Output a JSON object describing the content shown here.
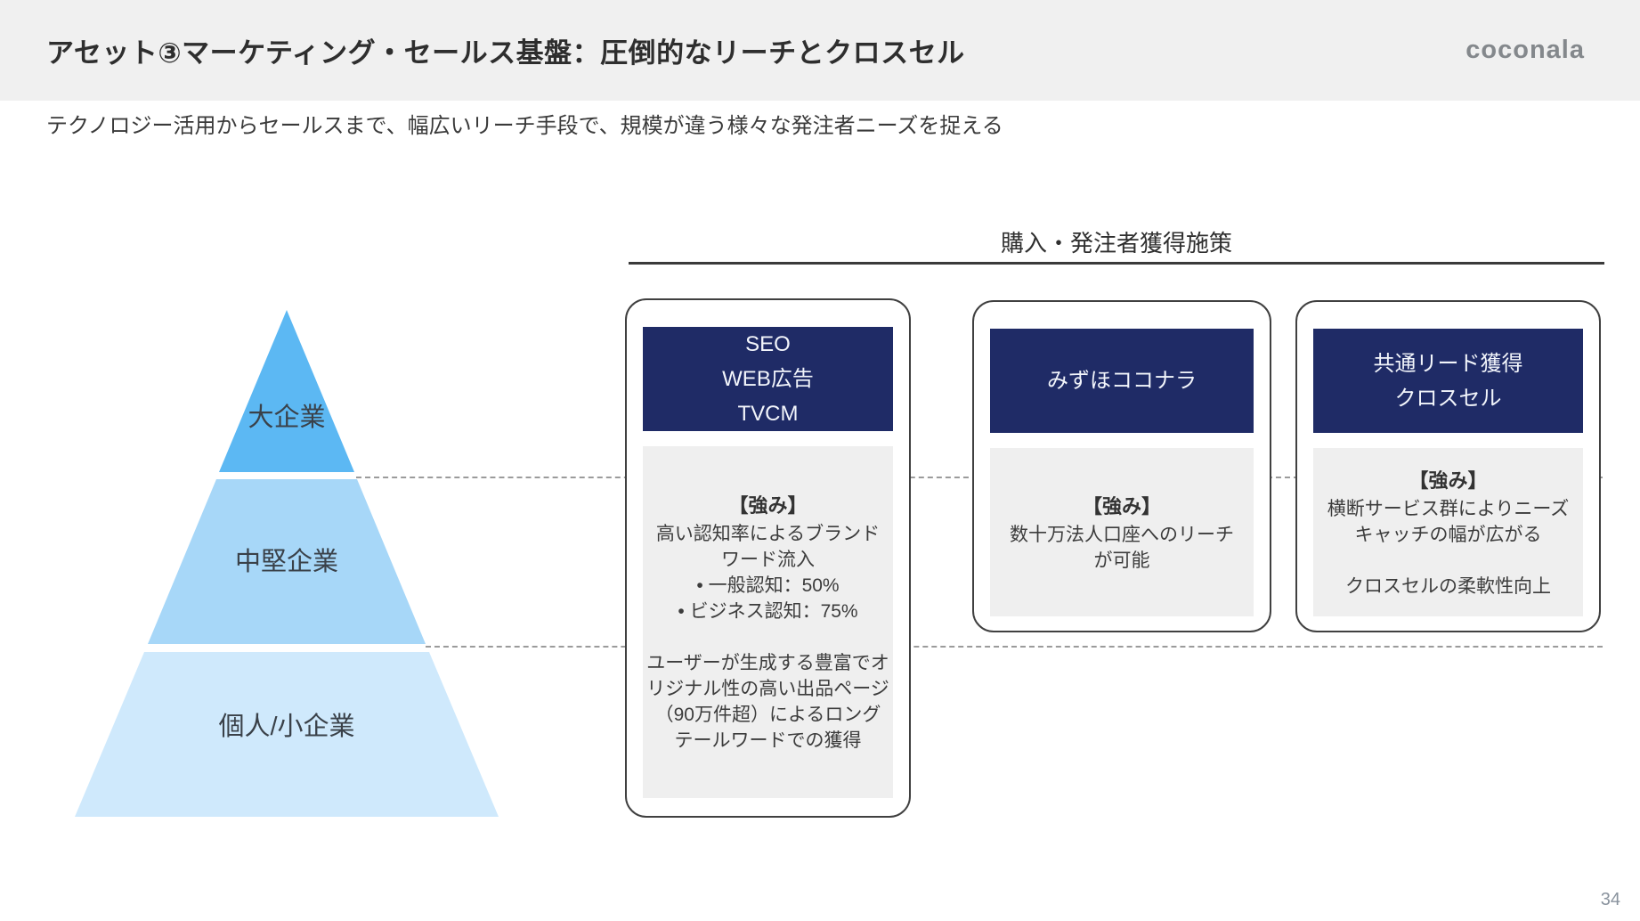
{
  "slide": {
    "header": {
      "title": "アセット③マーケティング・セールス基盤：圧倒的なリーチとクロスセル",
      "logo_text": "coconala"
    },
    "subtitle": "テクノロジー活用からセールスまで、幅広いリーチ手段で、規模が違う様々な発注者ニーズを捉える",
    "page_number": "34",
    "colors": {
      "header_band": "#f0f0f0",
      "navy_card_header": "#1f2b66",
      "card_body_gray": "#efefef",
      "pyramid_top": "#5cb8f3",
      "pyramid_middle": "#a7d7f8",
      "pyramid_bottom": "#cfe9fc",
      "dashed_line": "#9b9b9b",
      "logo_gray": "#84888c"
    },
    "pyramid": {
      "tiers": [
        {
          "label": "大企業",
          "color": "#5cb8f3"
        },
        {
          "label": "中堅企業",
          "color": "#a7d7f8"
        },
        {
          "label": "個人/小企業",
          "color": "#cfe9fc"
        }
      ]
    },
    "measures_section": {
      "title": "購入・発注者獲得施策",
      "cards": [
        {
          "header": "SEO\nWEB広告\nTVCM",
          "strengths_label": "【強み】",
          "body": "高い認知率によるブランド\nワード流入\n•  一般認知：50%\n•  ビジネス認知：75%\n\nユーザーが生成する豊富でオ\nリジナル性の高い出品ページ\n（90万件超）によるロング\nテールワードでの獲得"
        },
        {
          "header": "みずほココナラ",
          "strengths_label": "【強み】",
          "body": "数十万法人口座へのリーチ\nが可能"
        },
        {
          "header": "共通リード獲得\nクロスセル",
          "strengths_label": "【強み】",
          "body": "横断サービス群によりニーズ\nキャッチの幅が広がる\n\nクロスセルの柔軟性向上"
        }
      ]
    }
  }
}
